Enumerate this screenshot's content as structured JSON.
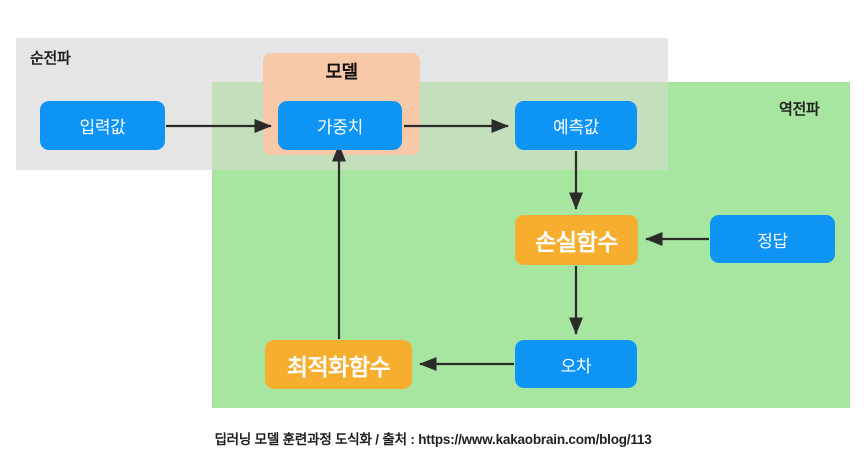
{
  "diagram": {
    "regions": [
      {
        "id": "forward",
        "label": "순전파",
        "color": "#e5e5e5"
      },
      {
        "id": "backward",
        "label": "역전파",
        "color": "#a6e6a1"
      }
    ],
    "group": {
      "id": "model",
      "label": "모델",
      "color": "#f8c9a8"
    },
    "nodes": [
      {
        "id": "input",
        "label": "입력값",
        "style": "blue",
        "color": "#0d94f4"
      },
      {
        "id": "weight",
        "label": "가중치",
        "style": "blue",
        "color": "#0d94f4"
      },
      {
        "id": "predict",
        "label": "예측값",
        "style": "blue",
        "color": "#0d94f4"
      },
      {
        "id": "loss",
        "label": "손실함수",
        "style": "orange",
        "color": "#f7ad2e"
      },
      {
        "id": "answer",
        "label": "정답",
        "style": "blue",
        "color": "#0d94f4"
      },
      {
        "id": "optimizer",
        "label": "최적화함수",
        "style": "orange",
        "color": "#f7ad2e"
      },
      {
        "id": "error",
        "label": "오차",
        "style": "blue",
        "color": "#0d94f4"
      }
    ],
    "edges": [
      {
        "from": "input",
        "to": "weight",
        "direction": "right"
      },
      {
        "from": "weight",
        "to": "predict",
        "direction": "right"
      },
      {
        "from": "predict",
        "to": "loss",
        "direction": "down"
      },
      {
        "from": "answer",
        "to": "loss",
        "direction": "left"
      },
      {
        "from": "loss",
        "to": "error",
        "direction": "down"
      },
      {
        "from": "error",
        "to": "optimizer",
        "direction": "left"
      },
      {
        "from": "optimizer",
        "to": "weight",
        "direction": "up"
      }
    ],
    "arrow_color": "#2b2b2b"
  },
  "caption": "딥러닝 모델 훈련과정 도식화 / 출처 : https://www.kakaobrain.com/blog/113"
}
